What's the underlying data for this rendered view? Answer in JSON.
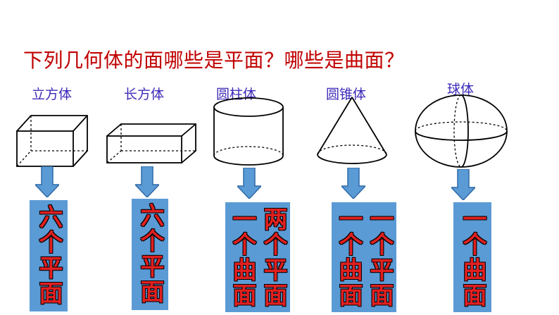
{
  "question": "下列几何体的面哪些是平面？哪些是曲面？",
  "shapes": [
    {
      "label": "立方体",
      "columns": [
        "六个平面"
      ]
    },
    {
      "label": "长方体",
      "columns": [
        "六个平面"
      ]
    },
    {
      "label": "圆柱体",
      "columns": [
        "两个平面",
        "一个曲面"
      ]
    },
    {
      "label": "圆锥体",
      "columns": [
        "一个平面",
        "一个曲面"
      ]
    },
    {
      "label": "球体",
      "columns": [
        "一个曲面"
      ]
    }
  ],
  "colors": {
    "question": "#c00000",
    "label": "#3d2bb8",
    "box": "#5b9bd5",
    "box_text": "#e02020",
    "arrow": "#5b9bd5"
  }
}
